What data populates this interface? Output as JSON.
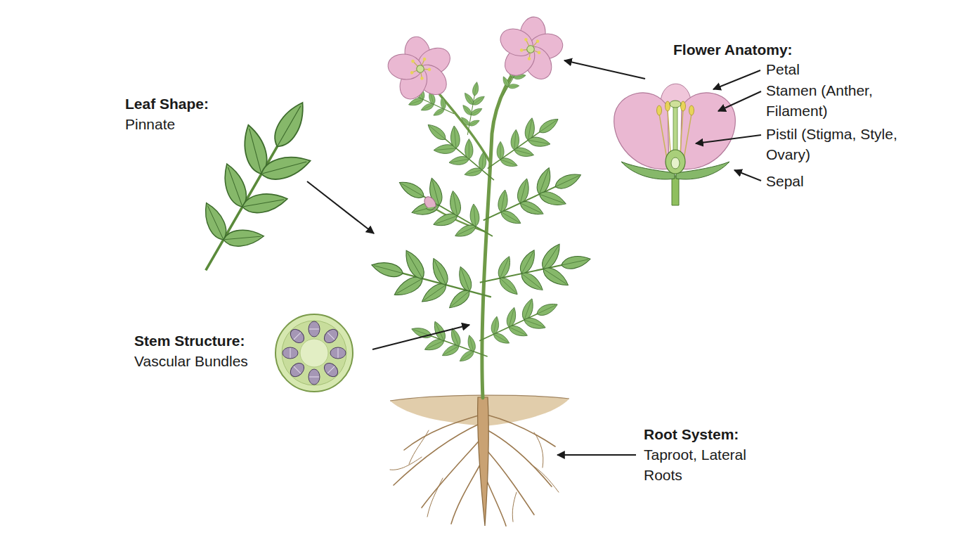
{
  "diagram": {
    "labels": [
      "Leaf Shape:",
      "Pinnate",
      "Flower Anatomy:",
      "Petal",
      "Stamen (Anther, Filament)",
      "Pistil (Stigma, Style, Ovary)",
      "Sepal",
      "Stem Structure:",
      "Vascular Bundles",
      "Root System:",
      "Taproot, Lateral Roots"
    ]
  }
}
